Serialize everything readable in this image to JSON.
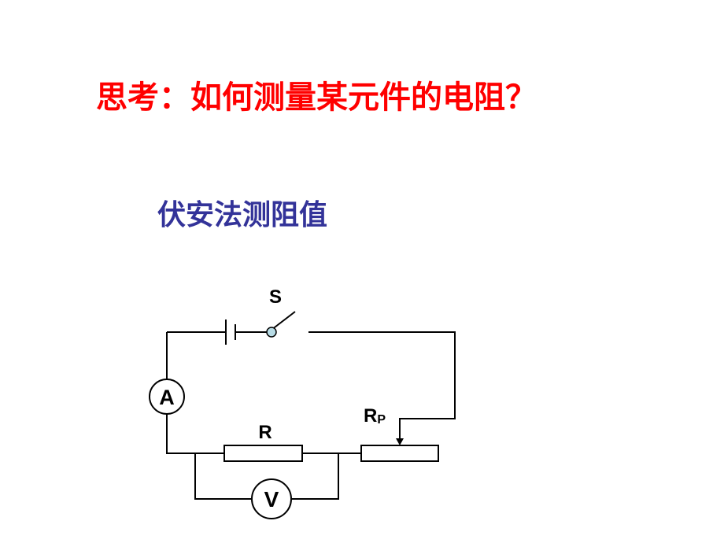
{
  "slide": {
    "question": "思考：如何测量某元件的电阻？",
    "subtitle": "伏安法测阻值"
  },
  "circuit": {
    "switch_label": "S",
    "ammeter_label": "A",
    "voltmeter_label": "V",
    "resistor_label": "R",
    "rheostat_label_main": "R",
    "rheostat_label_sub": "P"
  },
  "colors": {
    "question": "#ff0000",
    "subtitle": "#333399",
    "wire": "#000000",
    "switch_contact": "#b8dce6"
  }
}
